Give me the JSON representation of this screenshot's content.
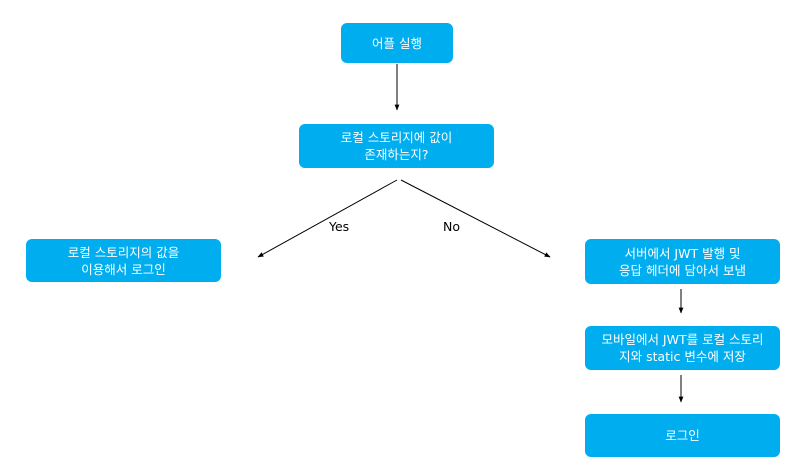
{
  "nodes": {
    "start": "어플 실행",
    "decision": "로컬 스토리지에 값이\n존재하는지?",
    "use_local": "로컬 스토리지의 값을\n이용해서 로그인",
    "issue_jwt": "서버에서 JWT 발행 및\n응답 헤더에 담아서 보냄",
    "save_jwt": "모바일에서 JWT를 로컬 스토리\n지와 static 변수에 저장",
    "login": "로그인"
  },
  "edge_labels": {
    "yes": "Yes",
    "no": "No"
  },
  "colors": {
    "node_fill": "#00aeef",
    "node_text": "#ffffff",
    "edge": "#000000"
  }
}
